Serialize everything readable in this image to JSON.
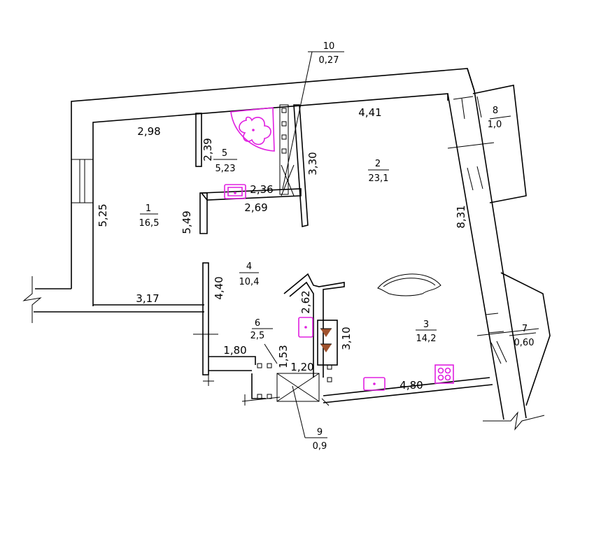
{
  "rooms": [
    {
      "number": "1",
      "area": "16,5"
    },
    {
      "number": "2",
      "area": "23,1"
    },
    {
      "number": "3",
      "area": "14,2"
    },
    {
      "number": "4",
      "area": "10,4"
    },
    {
      "number": "5",
      "area": "5,23"
    },
    {
      "number": "6",
      "area": "2,5"
    },
    {
      "number": "7",
      "area": "0,60"
    },
    {
      "number": "8",
      "area": "1,0"
    },
    {
      "number": "9",
      "area": "0,9"
    },
    {
      "number": "10",
      "area": "0,27"
    }
  ],
  "dimensions": {
    "d298": "2,98",
    "d441": "4,41",
    "d239": "2,39",
    "d330": "3,30",
    "d236": "2,36",
    "d269": "2,69",
    "d525": "5,25",
    "d549": "5,49",
    "d831": "8,31",
    "d440": "4,40",
    "d317": "3,17",
    "d262": "2,62",
    "d310": "3,10",
    "d180": "1,80",
    "d153": "1,53",
    "d120": "1,20",
    "d480": "4,80"
  },
  "colors": {
    "walls": "#000000",
    "fixtures": "#e020e0",
    "chimney": "#a0522d"
  },
  "icons": [
    "bathtub-icon",
    "sink-icon",
    "stove-icon",
    "bathroom-sink-icon"
  ]
}
